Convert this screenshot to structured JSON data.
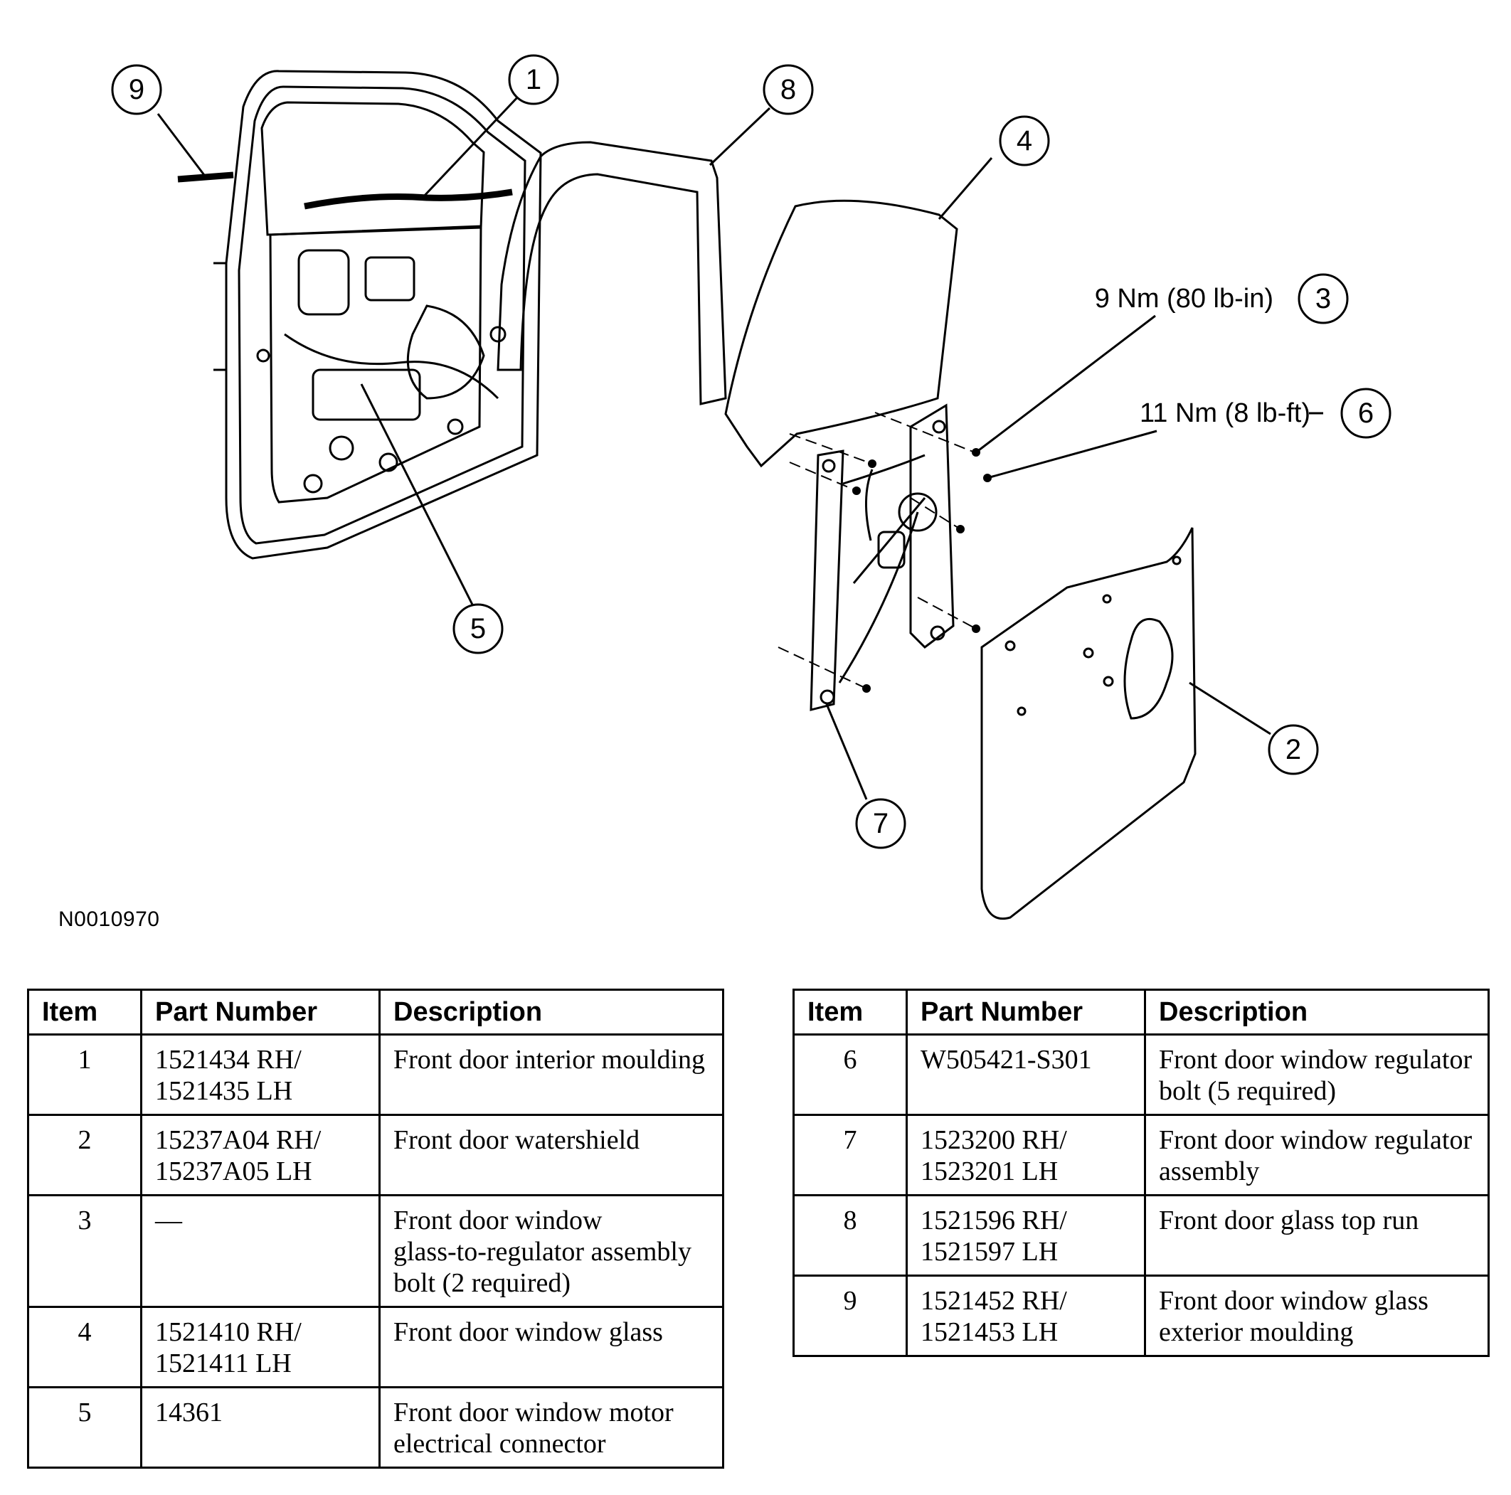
{
  "figure": {
    "id": "N0010970",
    "callouts": [
      "9",
      "1",
      "8",
      "4",
      "3",
      "6",
      "5",
      "2",
      "7"
    ],
    "torque_labels": {
      "item_3": "9 Nm (80 lb-in)",
      "item_6": "11 Nm (8 lb-ft)"
    }
  },
  "tables": {
    "headers": {
      "item": "Item",
      "part_number": "Part Number",
      "description": "Description"
    },
    "left": [
      {
        "item": "1",
        "part": [
          "1521434 RH/",
          "1521435 LH"
        ],
        "desc": [
          "Front door interior moulding"
        ]
      },
      {
        "item": "2",
        "part": [
          "15237A04 RH/",
          "15237A05 LH"
        ],
        "desc": [
          "Front door watershield"
        ]
      },
      {
        "item": "3",
        "part": [
          "—"
        ],
        "desc": [
          "Front door window",
          "glass-to-regulator assembly",
          "bolt (2 required)"
        ]
      },
      {
        "item": "4",
        "part": [
          "1521410 RH/",
          "1521411 LH"
        ],
        "desc": [
          "Front door window glass"
        ]
      },
      {
        "item": "5",
        "part": [
          "14361"
        ],
        "desc": [
          "Front door window motor",
          "electrical connector"
        ]
      }
    ],
    "right": [
      {
        "item": "6",
        "part": [
          "W505421-S301"
        ],
        "desc": [
          "Front door window regulator",
          "bolt (5 required)"
        ]
      },
      {
        "item": "7",
        "part": [
          "1523200 RH/",
          "1523201 LH"
        ],
        "desc": [
          "Front door window regulator",
          "assembly"
        ]
      },
      {
        "item": "8",
        "part": [
          "1521596 RH/",
          "1521597 LH"
        ],
        "desc": [
          "Front door glass top run"
        ]
      },
      {
        "item": "9",
        "part": [
          "1521452 RH/",
          "1521453 LH"
        ],
        "desc": [
          "Front door window glass",
          "exterior moulding"
        ]
      }
    ]
  }
}
